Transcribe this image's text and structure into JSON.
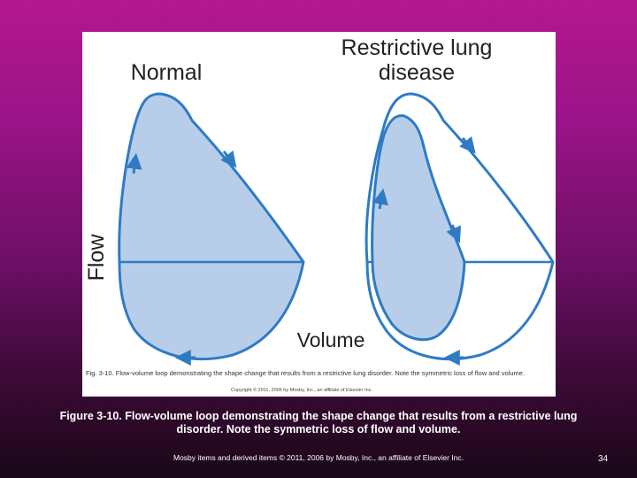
{
  "diagram": {
    "normal_title": "Normal",
    "restrictive_title_line1": "Restrictive lung",
    "restrictive_title_line2": "disease",
    "flow_label": "Flow",
    "volume_label": "Volume",
    "figure_caption": "Fig. 3-10. Flow-volume loop demonstrating the shape change that results from a restrictive lung disorder. Note the symmetric loss of flow and volume.",
    "figure_copyright": "Copyright © 2011, 2006 by Mosby, Inc., an affiliate of Elsevier Inc.",
    "colors": {
      "loop_stroke": "#2e7bc4",
      "loop_fill": "#b8cde9"
    }
  },
  "slide": {
    "caption": "Figure 3-10. Flow-volume loop demonstrating the shape change that results from a restrictive lung disorder. Note the symmetric loss of flow and volume.",
    "footer": "Mosby items and derived items © 2011, 2006 by Mosby, Inc., an affiliate of Elsevier Inc.",
    "page_number": "34"
  }
}
